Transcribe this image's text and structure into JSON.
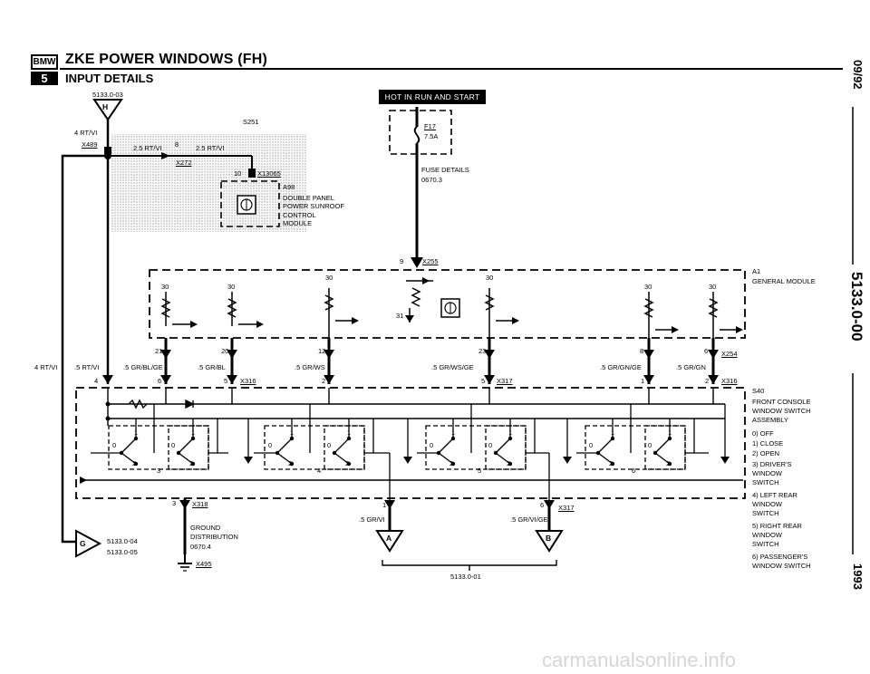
{
  "header": {
    "brand_badge": "BMW",
    "series_badge": "5",
    "title": "ZKE POWER WINDOWS (FH)",
    "subtitle": "INPUT DETAILS"
  },
  "margin": {
    "date": "09/92",
    "page_code": "5133.0-00",
    "year": "1993"
  },
  "top_left": {
    "ref": "5133.0-03",
    "connector_letter": "H",
    "wire": "4 RT/VI",
    "connector": "X489"
  },
  "sunroof": {
    "splice": "S251",
    "wire_a": "2.5 RT/VI",
    "pin": "8",
    "wire_b": "2.5 RT/VI",
    "connector_x272": "X272",
    "pin_10": "10",
    "connector_x13065": "X13065",
    "module_code": "A98",
    "module_name": "DOUBLE PANEL POWER SUNROOF CONTROL MODULE"
  },
  "fuse": {
    "banner": "HOT IN RUN AND START",
    "id": "F17",
    "rating": "7.5A",
    "details": "FUSE DETAILS",
    "details_ref": "0670.3",
    "pin": "9",
    "connector": "X255"
  },
  "general_module": {
    "code": "A1",
    "name": "GENERAL MODULE",
    "terminal_30": "30",
    "pin_31": "31",
    "connector_x254": "X254",
    "pins_top": [
      "21",
      "20",
      "12",
      "23",
      "8",
      "6"
    ]
  },
  "wires": {
    "left_main": "4 RT/VI",
    "w1": ".5 RT/VI",
    "w2": ".5 GR/BL/GE",
    "w3": ".5 GR/BL",
    "w4": ".5 GR/WS",
    "w5": ".5 GR/WS/GE",
    "w6": ".5 GR/GN/GE",
    "w7": ".5 GR/GN"
  },
  "switch_assembly": {
    "connector_x316": "X316",
    "connector_x317": "X317",
    "pins_bottom": [
      "4",
      "6",
      "5",
      "2",
      "5",
      "1",
      "2"
    ],
    "code": "S40",
    "title": "FRONT CONSOLE WINDOW SWITCH ASSEMBLY",
    "states": [
      "0) OFF",
      "1) CLOSE",
      "2) OPEN"
    ],
    "switches": [
      "3) DRIVER'S WINDOW SWITCH",
      "4) LEFT REAR WINDOW SWITCH",
      "5) RIGHT REAR WINDOW SWITCH",
      "6) PASSENGER'S WINDOW SWITCH"
    ],
    "switch_numbers": [
      "3",
      "4",
      "5",
      "6"
    ],
    "contact_labels": [
      "0",
      "1",
      "2"
    ]
  },
  "ground": {
    "pin": "3",
    "connector": "X318",
    "label": "GROUND DISTRIBUTION",
    "ref": "0670.4",
    "connector_ground": "X495"
  },
  "bottom_left": {
    "connector_letter": "G",
    "refs": [
      "5133.0-04",
      "5133.0-05"
    ]
  },
  "outputs": {
    "pin_1": "1",
    "pin_6": "6",
    "connector": "X317",
    "wire_a": ".5 GR/VI",
    "wire_b": ".5 GR/VI/GE",
    "letter_a": "A",
    "letter_b": "B",
    "ref": "5133.0-01"
  },
  "watermark": "carmanualsonline.info"
}
